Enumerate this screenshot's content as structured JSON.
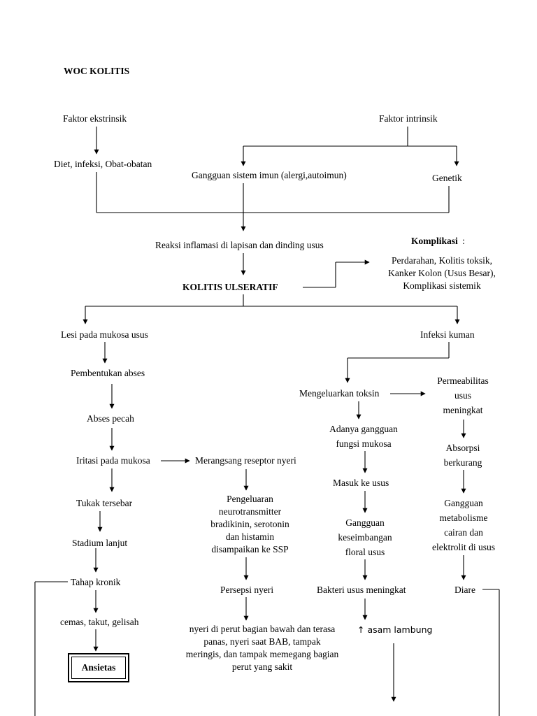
{
  "title": "WOC KOLITIS",
  "nodes": {
    "faktor_ekstrinsik": "Faktor ekstrinsik",
    "faktor_intrinsik": "Faktor intrinsik",
    "diet": "Diet, infeksi, Obat-obatan",
    "imun": "Gangguan sistem imun (alergi,autoimun)",
    "genetik": "Genetik",
    "reaksi": "Reaksi inflamasi di lapisan dan dinding usus",
    "komplikasi_label": "Komplikasi",
    "komplikasi_colon": ":",
    "komplikasi_1": "Perdarahan, Kolitis toksik,",
    "komplikasi_2": "Kanker Kolon (Usus Besar),",
    "komplikasi_3": "Komplikasi sistemik",
    "kolitis": "KOLITIS ULSERATIF",
    "lesi": "Lesi pada mukosa usus",
    "infeksi_kuman": "Infeksi kuman",
    "pembentukan_abses": "Pembentukan abses",
    "abses_pecah": "Abses pecah",
    "iritasi": "Iritasi pada mukosa",
    "merangsang": "Merangsang reseptor nyeri",
    "tukak": "Tukak tersebar",
    "stadium": "Stadium lanjut",
    "tahap_kronik": "Tahap kronik",
    "cemas": "cemas, takut, gelisah",
    "ansietas": "Ansietas",
    "pengeluaran_1": "Pengeluaran",
    "pengeluaran_2": "neurotransmitter",
    "pengeluaran_3": "bradikinin, serotonin",
    "pengeluaran_4": "dan histamin",
    "pengeluaran_5": "disampaikan ke SSP",
    "persepsi": "Persepsi nyeri",
    "nyeri_1": "nyeri di perut bagian bawah dan terasa",
    "nyeri_2": "panas, nyeri saat BAB, tampak",
    "nyeri_3": "meringis, dan tampak memegang bagian",
    "nyeri_4": "perut yang sakit",
    "toksin": "Mengeluarkan toksin",
    "permeabilitas_1": "Permeabilitas",
    "permeabilitas_2": "usus",
    "permeabilitas_3": "meningkat",
    "adanya_1": "Adanya gangguan",
    "adanya_2": "fungsi mukosa",
    "absorpsi_1": "Absorpsi",
    "absorpsi_2": "berkurang",
    "masuk": "Masuk ke usus",
    "keseimbangan_1": "Gangguan",
    "keseimbangan_2": "keseimbangan",
    "keseimbangan_3": "floral usus",
    "metabolisme_1": "Gangguan",
    "metabolisme_2": "metabolisme",
    "metabolisme_3": "cairan dan",
    "metabolisme_4": "elektrolit di usus",
    "bakteri": "Bakteri usus meningkat",
    "diare": "Diare",
    "asam": "↑ asam lambung"
  }
}
